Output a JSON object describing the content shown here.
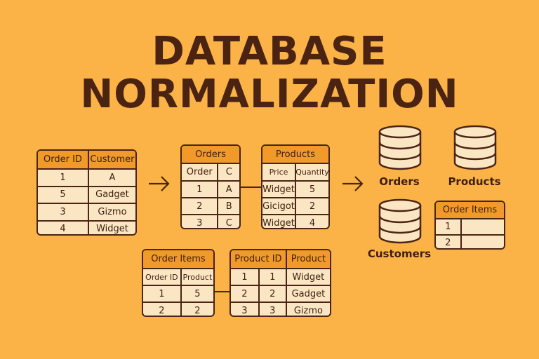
{
  "title": {
    "line1": "DATABASE",
    "line2": "NORMALIZATION"
  },
  "colors": {
    "background": "#fbb347",
    "header": "#f19a2a",
    "cell": "#fbe6c4",
    "ink": "#4a2414"
  },
  "tables": {
    "original": {
      "header": [
        "Order ID",
        "Customer"
      ],
      "rows": [
        [
          "1",
          "A"
        ],
        [
          "5",
          "Gadget"
        ],
        [
          "3",
          "Gizmo"
        ],
        [
          "4",
          "Widget"
        ]
      ]
    },
    "orders": {
      "title": "Orders",
      "header": [
        "Order",
        "C"
      ],
      "rows": [
        [
          "1",
          "A"
        ],
        [
          "2",
          "B"
        ],
        [
          "3",
          "C"
        ]
      ]
    },
    "products": {
      "title": "Products",
      "header": [
        "Price",
        "Quantity"
      ],
      "rows": [
        [
          "Widget",
          "5"
        ],
        [
          "Gicigot",
          "2"
        ],
        [
          "Widget",
          "4"
        ]
      ]
    },
    "order_items": {
      "title": "Order Items",
      "header": [
        "Order ID",
        "Product"
      ],
      "rows": [
        [
          "1",
          "5"
        ],
        [
          "2",
          "2"
        ]
      ]
    },
    "product_ids": {
      "header": [
        "Product ID",
        "Product"
      ],
      "rows": [
        [
          "1",
          "1",
          "Widget"
        ],
        [
          "2",
          "2",
          "Gadget"
        ],
        [
          "3",
          "3",
          "Gizmo"
        ]
      ]
    },
    "order_items_small": {
      "title": "Order Items",
      "rows": [
        [
          "1",
          ""
        ],
        [
          "2",
          ""
        ]
      ]
    }
  },
  "databases": [
    {
      "label": "Orders",
      "icon": "database-icon"
    },
    {
      "label": "Products",
      "icon": "database-icon"
    },
    {
      "label": "Customers",
      "icon": "database-icon"
    }
  ]
}
